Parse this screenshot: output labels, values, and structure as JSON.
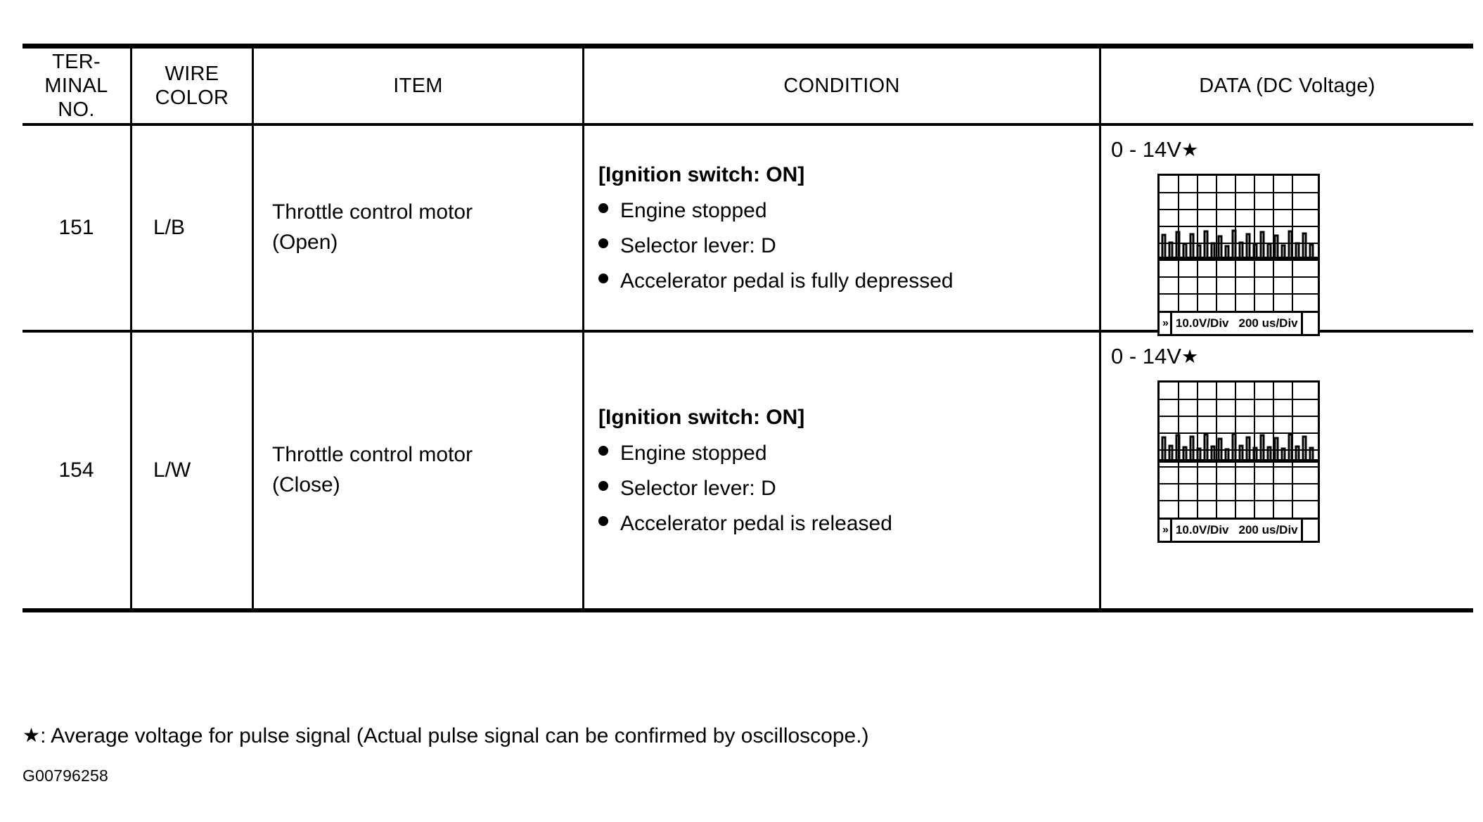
{
  "table": {
    "headers": [
      "TER-\nMINAL\nNO.",
      "WIRE\nCOLOR",
      "ITEM",
      "CONDITION",
      "DATA (DC Voltage)"
    ],
    "header_parts": {
      "terminal": [
        "TER-",
        "MINAL",
        "NO."
      ],
      "wire": [
        "WIRE",
        "COLOR"
      ],
      "item": "ITEM",
      "condition": "CONDITION",
      "data": "DATA (DC Voltage)"
    },
    "rows": [
      {
        "terminal_no": "151",
        "wire_color": "L/B",
        "item_line1": "Throttle control motor",
        "item_line2": "(Open)",
        "condition_title": "[Ignition switch: ON]",
        "condition_bullets": [
          "Engine stopped",
          "Selector lever: D",
          "Accelerator pedal is fully depressed"
        ],
        "data_value": "0 - 14V",
        "data_star": "★",
        "scope": {
          "marker": "»",
          "volts_per_div": "10.0V/Div",
          "time_per_div": "200 us/Div",
          "grid_cols": 8,
          "grid_rows": 8
        }
      },
      {
        "terminal_no": "154",
        "wire_color": "L/W",
        "item_line1": "Throttle control motor",
        "item_line2": "(Close)",
        "condition_title": "[Ignition switch: ON]",
        "condition_bullets": [
          "Engine stopped",
          "Selector lever: D",
          "Accelerator pedal is released"
        ],
        "data_value": "0 - 14V",
        "data_star": "★",
        "scope": {
          "marker": "»",
          "volts_per_div": "10.0V/Div",
          "time_per_div": "200 us/Div",
          "grid_cols": 8,
          "grid_rows": 8
        }
      }
    ]
  },
  "footnote": {
    "star": "★",
    "text": ": Average voltage for pulse signal (Actual pulse signal can be confirmed by oscilloscope.)"
  },
  "reference_code": "G00796258",
  "colors": {
    "ink": "#000000",
    "paper": "#ffffff"
  }
}
